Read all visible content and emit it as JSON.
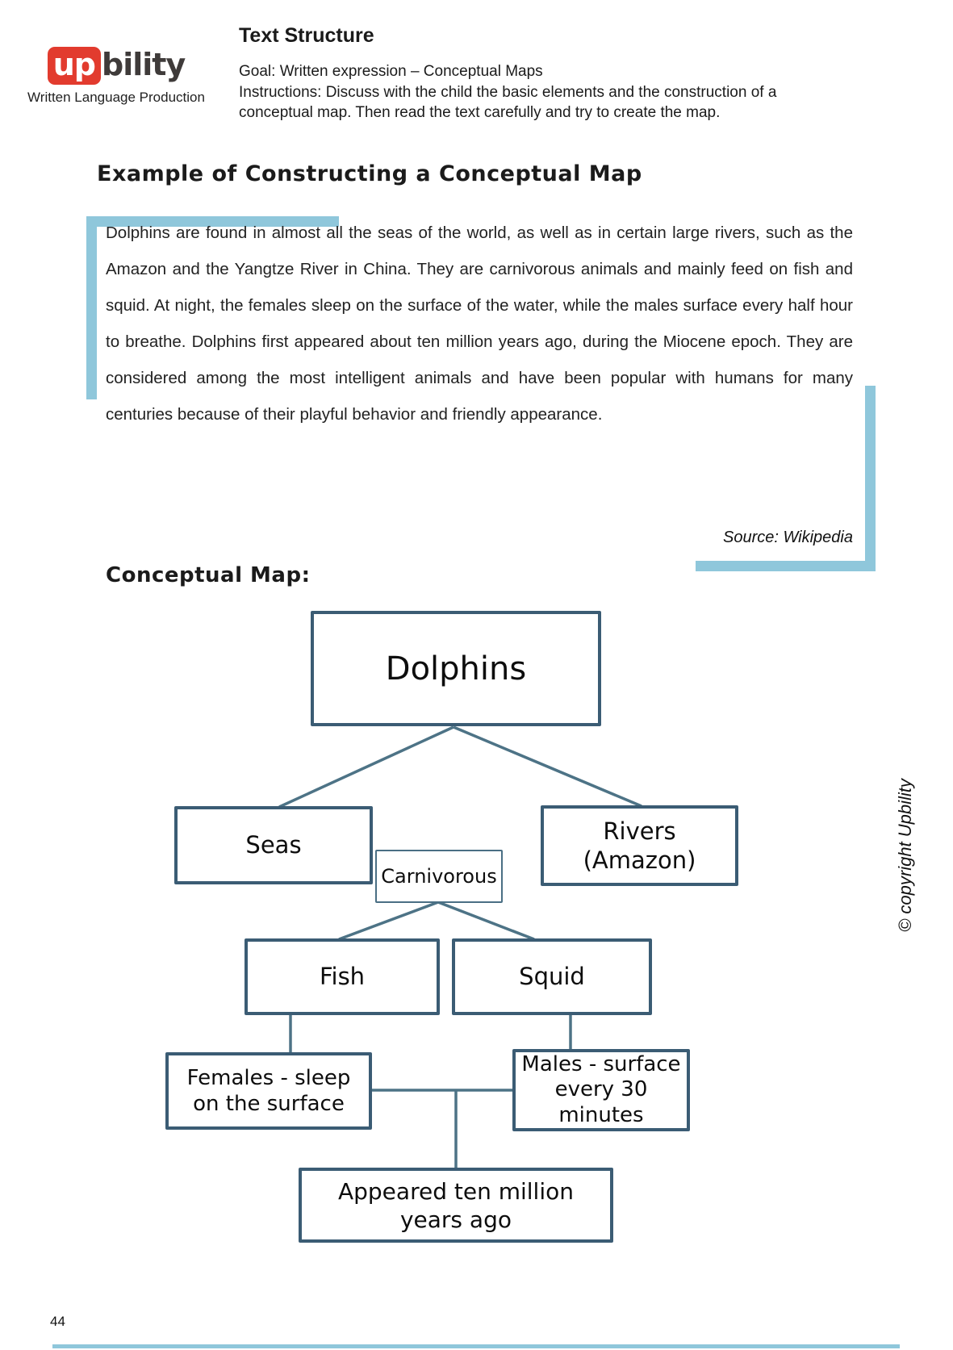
{
  "branding": {
    "logo_up": "up",
    "logo_rest": "bility",
    "tagline": "Written Language Production"
  },
  "header": {
    "title": "Text Structure",
    "goal": "Goal: Written expression – Conceptual Maps",
    "instructions": "Instructions: Discuss with the child the basic elements and the construction of a conceptual map. Then read the text carefully and try to create the map."
  },
  "example": {
    "heading": "Example of Constructing a Conceptual Map",
    "paragraph": "Dolphins are found in almost all the seas of the world, as well as in certain large rivers, such as the Amazon and the Yangtze River in China. They are carnivorous animals and mainly feed on fish and squid. At night, the females sleep on the surface of the water, while the males surface every half hour to breathe. Dolphins first appeared about ten million years ago, during the Miocene epoch. They are considered among the most intelligent animals and have been popular with humans for many centuries because of their playful behavior and friendly appearance.",
    "source": "Source: Wikipedia"
  },
  "map": {
    "label": "Conceptual Map:",
    "nodes": {
      "dolphins": {
        "label": "Dolphins"
      },
      "seas": {
        "label": "Seas"
      },
      "rivers": {
        "line1": "Rivers",
        "line2": "(Amazon)"
      },
      "carnivorous": {
        "label": "Carnivorous"
      },
      "fish": {
        "label": "Fish"
      },
      "squid": {
        "label": "Squid"
      },
      "females": {
        "line1": "Females - sleep",
        "line2": "on the surface"
      },
      "males": {
        "line1": "Males - surface",
        "line2": "every 30",
        "line3": "minutes"
      },
      "appeared": {
        "line1": "Appeared ten million",
        "line2": "years ago"
      }
    }
  },
  "footer": {
    "copyright": "© copyright Upbility",
    "page_number": "44"
  },
  "colors": {
    "accent_blue": "#8fc7db",
    "box_border": "#3b5c74",
    "connector": "#4d7386",
    "logo_red": "#e23b2e"
  }
}
